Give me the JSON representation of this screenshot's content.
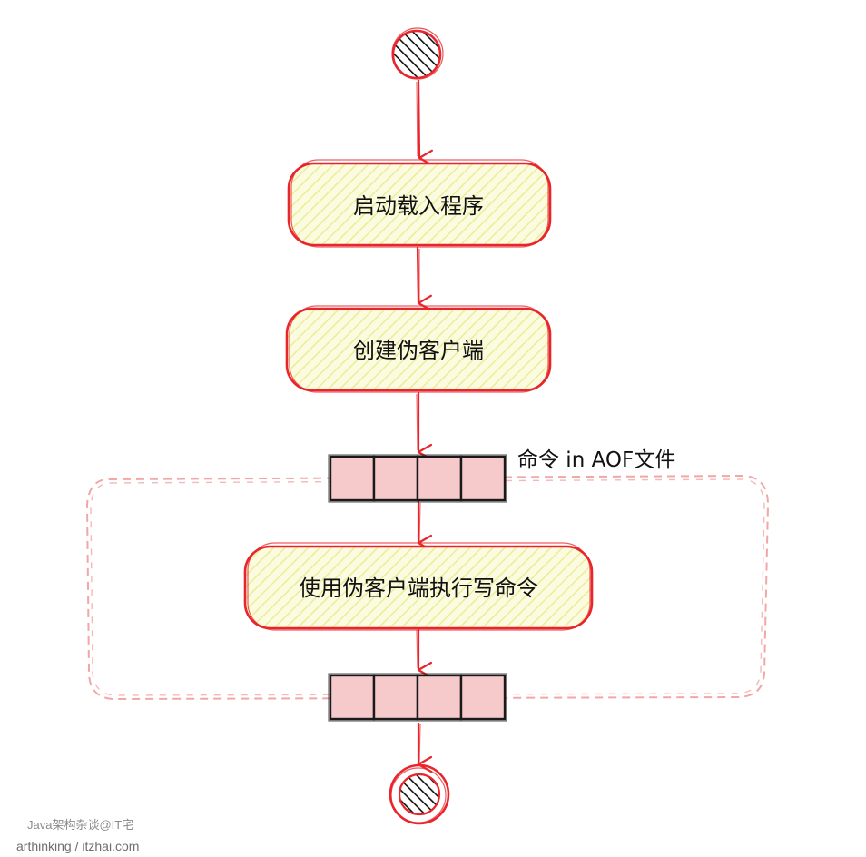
{
  "diagram": {
    "type": "activity-flow",
    "nodes": {
      "start": {
        "kind": "initial",
        "shape": "hatched-circle"
      },
      "step1": {
        "kind": "action",
        "label": "启动载入程序"
      },
      "step2": {
        "kind": "action",
        "label": "创建伪客户端"
      },
      "queue_in": {
        "kind": "command-buffer",
        "cells": 4,
        "label": "命令 in AOF文件"
      },
      "step3": {
        "kind": "action",
        "label": "使用伪客户端执行写命令"
      },
      "queue_out": {
        "kind": "command-buffer",
        "cells": 4
      },
      "end": {
        "kind": "final",
        "shape": "hatched-circle"
      }
    },
    "edges": [
      {
        "from": "start",
        "to": "step1"
      },
      {
        "from": "step1",
        "to": "step2"
      },
      {
        "from": "step2",
        "to": "queue_in"
      },
      {
        "from": "queue_in",
        "to": "step3"
      },
      {
        "from": "step3",
        "to": "queue_out"
      },
      {
        "from": "queue_out",
        "to": "end"
      }
    ],
    "loop_region": {
      "style": "dashed",
      "encloses": [
        "queue_in",
        "step3",
        "queue_out"
      ]
    },
    "colors": {
      "stroke": "#e8252b",
      "action_fill": "#fbfbdf",
      "action_hatch": "#ecec9a",
      "cell_fill": "#f6c9cb",
      "cell_stroke": "#1a1a1a",
      "loop_stroke": "#f2a6a6",
      "circle_hatch": "#111111"
    }
  },
  "watermark": {
    "line1": "Java架构杂谈@IT宅",
    "line2": "arthinking / itzhai.com"
  }
}
